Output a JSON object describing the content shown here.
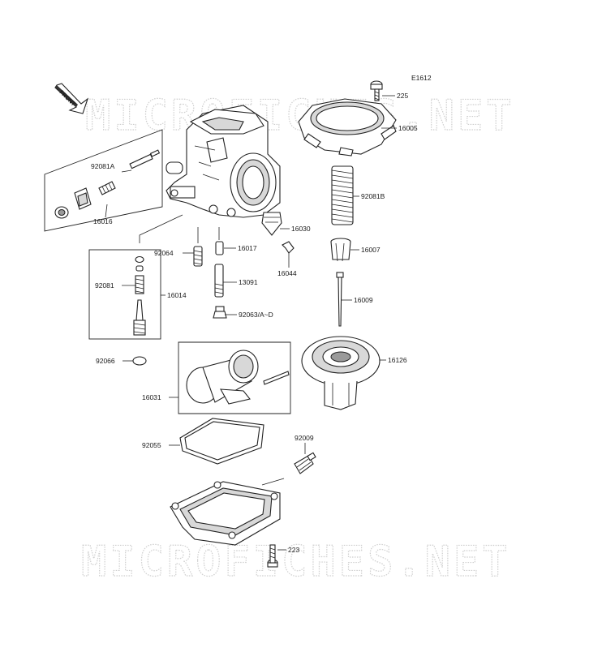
{
  "diagram": {
    "ref_code": "E1612",
    "front_label": "FRONT",
    "watermarks": [
      "MICROFICHES.NET",
      "MICROFICHES.NET"
    ],
    "parts": [
      {
        "id": "p225",
        "label": "225"
      },
      {
        "id": "p16005",
        "label": "16005"
      },
      {
        "id": "p92081B",
        "label": "92081B"
      },
      {
        "id": "p16030",
        "label": "16030"
      },
      {
        "id": "p16044",
        "label": "16044"
      },
      {
        "id": "p16007",
        "label": "16007"
      },
      {
        "id": "p16009",
        "label": "16009"
      },
      {
        "id": "p16126",
        "label": "16126"
      },
      {
        "id": "p92081A",
        "label": "92081A"
      },
      {
        "id": "p16016",
        "label": "16016"
      },
      {
        "id": "p92064",
        "label": "92064"
      },
      {
        "id": "p16017",
        "label": "16017"
      },
      {
        "id": "p92081",
        "label": "92081"
      },
      {
        "id": "p16014",
        "label": "16014"
      },
      {
        "id": "p13091",
        "label": "13091"
      },
      {
        "id": "p92063",
        "label": "92063/A~D"
      },
      {
        "id": "p92066",
        "label": "92066"
      },
      {
        "id": "p16031",
        "label": "16031"
      },
      {
        "id": "p92055",
        "label": "92055"
      },
      {
        "id": "p92009",
        "label": "92009"
      },
      {
        "id": "p223",
        "label": "223"
      }
    ]
  }
}
